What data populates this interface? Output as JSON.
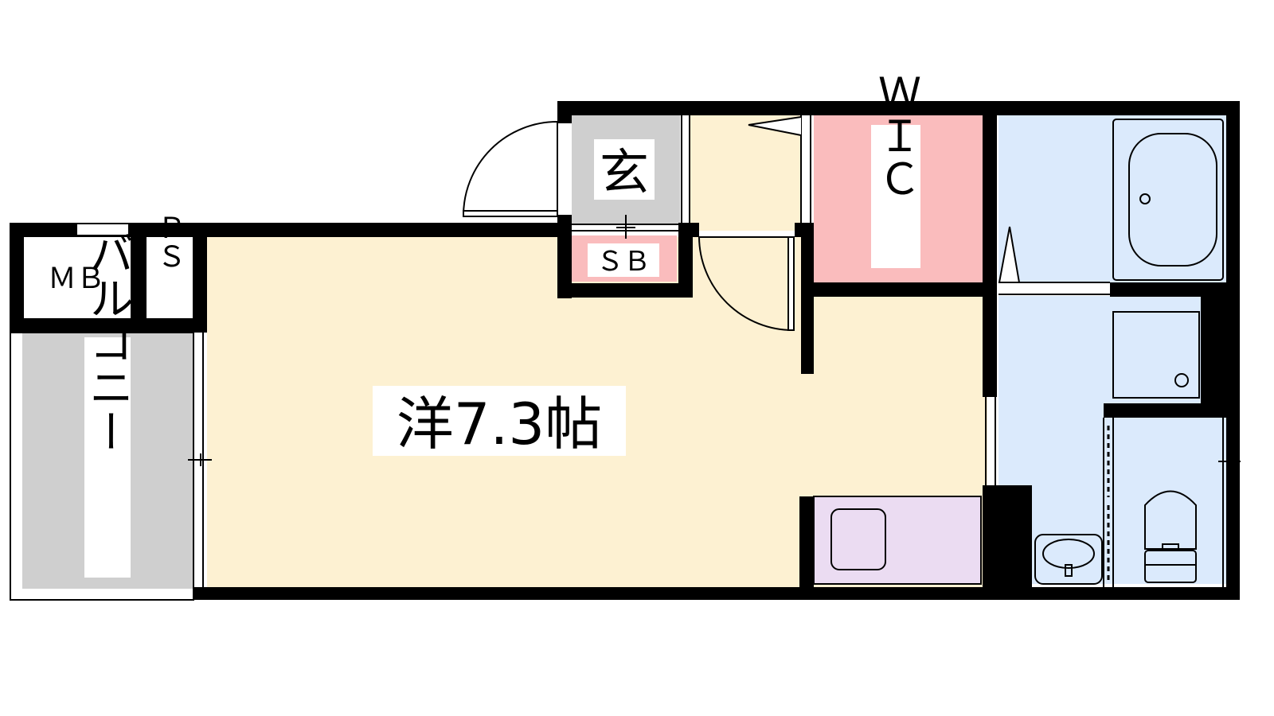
{
  "rooms": {
    "main": {
      "label": "洋7.3帖"
    },
    "entrance": {
      "label": "玄"
    },
    "shoe_box": {
      "label": "ＳＢ"
    },
    "walk_in_closet": {
      "label": "ＷＩＣ"
    },
    "meter_box": {
      "label": "ＭＢ"
    },
    "pipe_space": {
      "label": "ＰＳ"
    },
    "balcony": {
      "label": "バルコニー"
    }
  },
  "colors": {
    "wall": "#000000",
    "main_room": "#fdf1d2",
    "closet": "#fabcbd",
    "entrance": "#cfcfcf",
    "balcony": "#cfcfcf",
    "wet_area": "#dbeafc",
    "kitchen": "#ebdcf2"
  }
}
